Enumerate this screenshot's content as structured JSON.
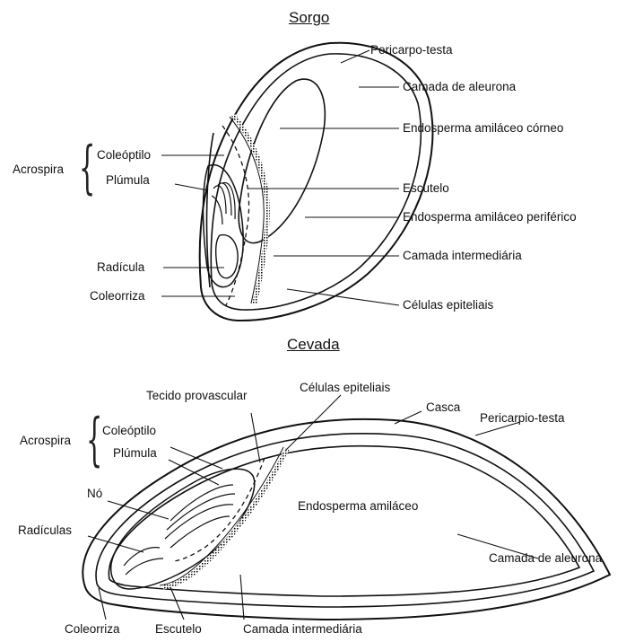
{
  "sorghum": {
    "title": "Sorgo",
    "labels": {
      "pericarp": "Pericarpo-testa",
      "aleurone": "Camada de aleurona",
      "corneous_endosperm": "Endosperma amiláceo córneo",
      "scutellum": "Escutelo",
      "peripheral_endosperm": "Endosperma amiláceo periférico",
      "intermediate_layer": "Camada intermediária",
      "epithelial_cells": "Células epiteliais",
      "acrospire": "Acrospira",
      "coleoptile": "Coleóptilo",
      "plumule": "Plúmula",
      "radicle": "Radícula",
      "coleorhiza": "Coleorriza"
    }
  },
  "barley": {
    "title": "Cevada",
    "labels": {
      "provascular": "Tecido provascular",
      "epithelial_cells": "Células epiteliais",
      "husk": "Casca",
      "pericarp": "Pericarpio-testa",
      "acrospire": "Acrospira",
      "coleoptile": "Coleóptilo",
      "plumule": "Plúmula",
      "node": "Nó",
      "radicles": "Radículas",
      "starchy_endosperm": "Endosperma amiláceo",
      "aleurone": "Camada de aleurona",
      "coleorhiza": "Coleorriza",
      "scutellum": "Escutelo",
      "intermediate_layer": "Camada intermediária"
    }
  }
}
